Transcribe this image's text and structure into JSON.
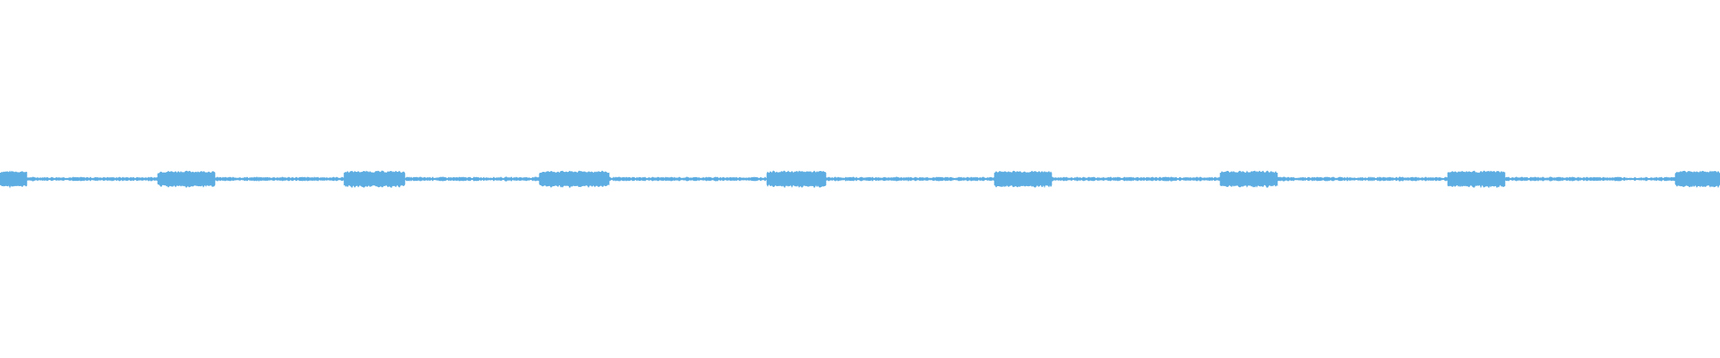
{
  "waveform": {
    "color": "#5dade2",
    "type": "audio-waveform",
    "segments": [
      {
        "kind": "burst"
      },
      {
        "kind": "quiet"
      },
      {
        "kind": "burst"
      },
      {
        "kind": "quiet"
      },
      {
        "kind": "burst"
      },
      {
        "kind": "quiet"
      },
      {
        "kind": "burst"
      },
      {
        "kind": "quiet"
      },
      {
        "kind": "burst"
      },
      {
        "kind": "quiet"
      },
      {
        "kind": "burst"
      },
      {
        "kind": "quiet"
      },
      {
        "kind": "burst"
      },
      {
        "kind": "quiet"
      },
      {
        "kind": "burst"
      },
      {
        "kind": "quiet"
      },
      {
        "kind": "burst"
      }
    ]
  }
}
